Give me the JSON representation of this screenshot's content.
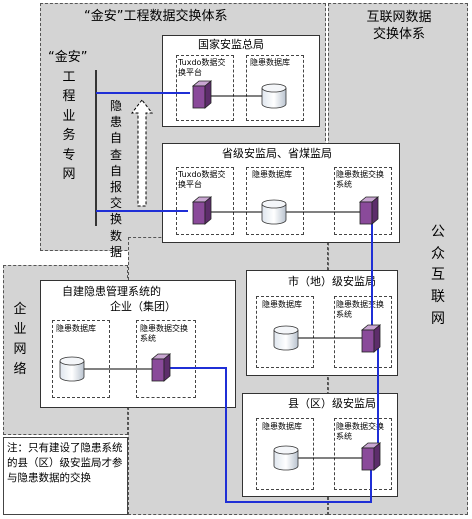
{
  "jinan_system": {
    "title": "“金安”工程数据交换体系"
  },
  "internet_system": {
    "title_line1": "互联网数据",
    "title_line2": "交换体系"
  },
  "public_internet": {
    "label": "公众互联网"
  },
  "private_network": {
    "label_quote": "“金安”",
    "label_rest": "工程业务专网"
  },
  "enterprise_network": {
    "label": "企业网络"
  },
  "hazard_report": {
    "label": "隐患自查自报交换数据"
  },
  "national_bureau": {
    "title": "国家安监总局",
    "platform": "Tuxdo数据交换平台",
    "database": "隐患数据库"
  },
  "provincial_bureau": {
    "title": "省级安监局、省煤监局",
    "platform": "Tuxdo数据交换平台",
    "database": "隐患数据库",
    "exchange": "隐患数据交换系统"
  },
  "enterprise": {
    "title_line1": "自建隐患管理系统的",
    "title_line2": "企业（集团）",
    "database": "隐患数据库",
    "exchange": "隐患数据交换系统"
  },
  "city_bureau": {
    "title": "市（地）级安监局",
    "database": "隐患数据库",
    "exchange": "隐患数据交换系统"
  },
  "county_bureau": {
    "title": "县（区）级安监局",
    "database": "隐患数据库",
    "exchange": "隐患数据交换系统"
  },
  "note": {
    "text": "注：只有建设了隐患系统的县（区）级安监局才参与隐患数据的交换"
  },
  "colors": {
    "link_blue": "#1f2fd6",
    "cube_purple": "#8a4a9a",
    "region_gray": "#d4d4d4"
  }
}
